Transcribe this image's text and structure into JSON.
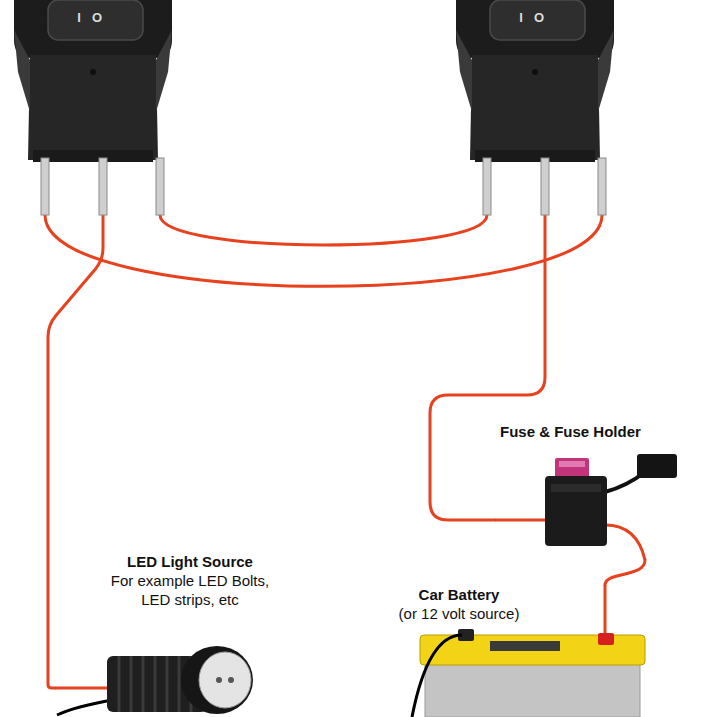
{
  "diagram": {
    "nodes": [
      {
        "text": [
          "I",
          "O"
        ]
      },
      {
        "text": [
          "I",
          "O"
        ]
      },
      {
        "text": [
          "Fuse & Fuse Holder"
        ]
      },
      {
        "text": [
          "LED Light Source",
          "For example LED Bolts, LED strips, etc"
        ]
      },
      {
        "text": [
          "Car Battery",
          "(or 12 volt source)"
        ]
      }
    ],
    "edges": [
      {
        "from": 0,
        "to": 1,
        "arrow": "none"
      },
      {
        "from": 0,
        "to": 1,
        "arrow": "none"
      },
      {
        "from": 0,
        "to": 3,
        "arrow": "none"
      },
      {
        "from": 1,
        "to": 2,
        "arrow": "none"
      },
      {
        "from": 2,
        "to": 4,
        "arrow": "none"
      }
    ]
  }
}
